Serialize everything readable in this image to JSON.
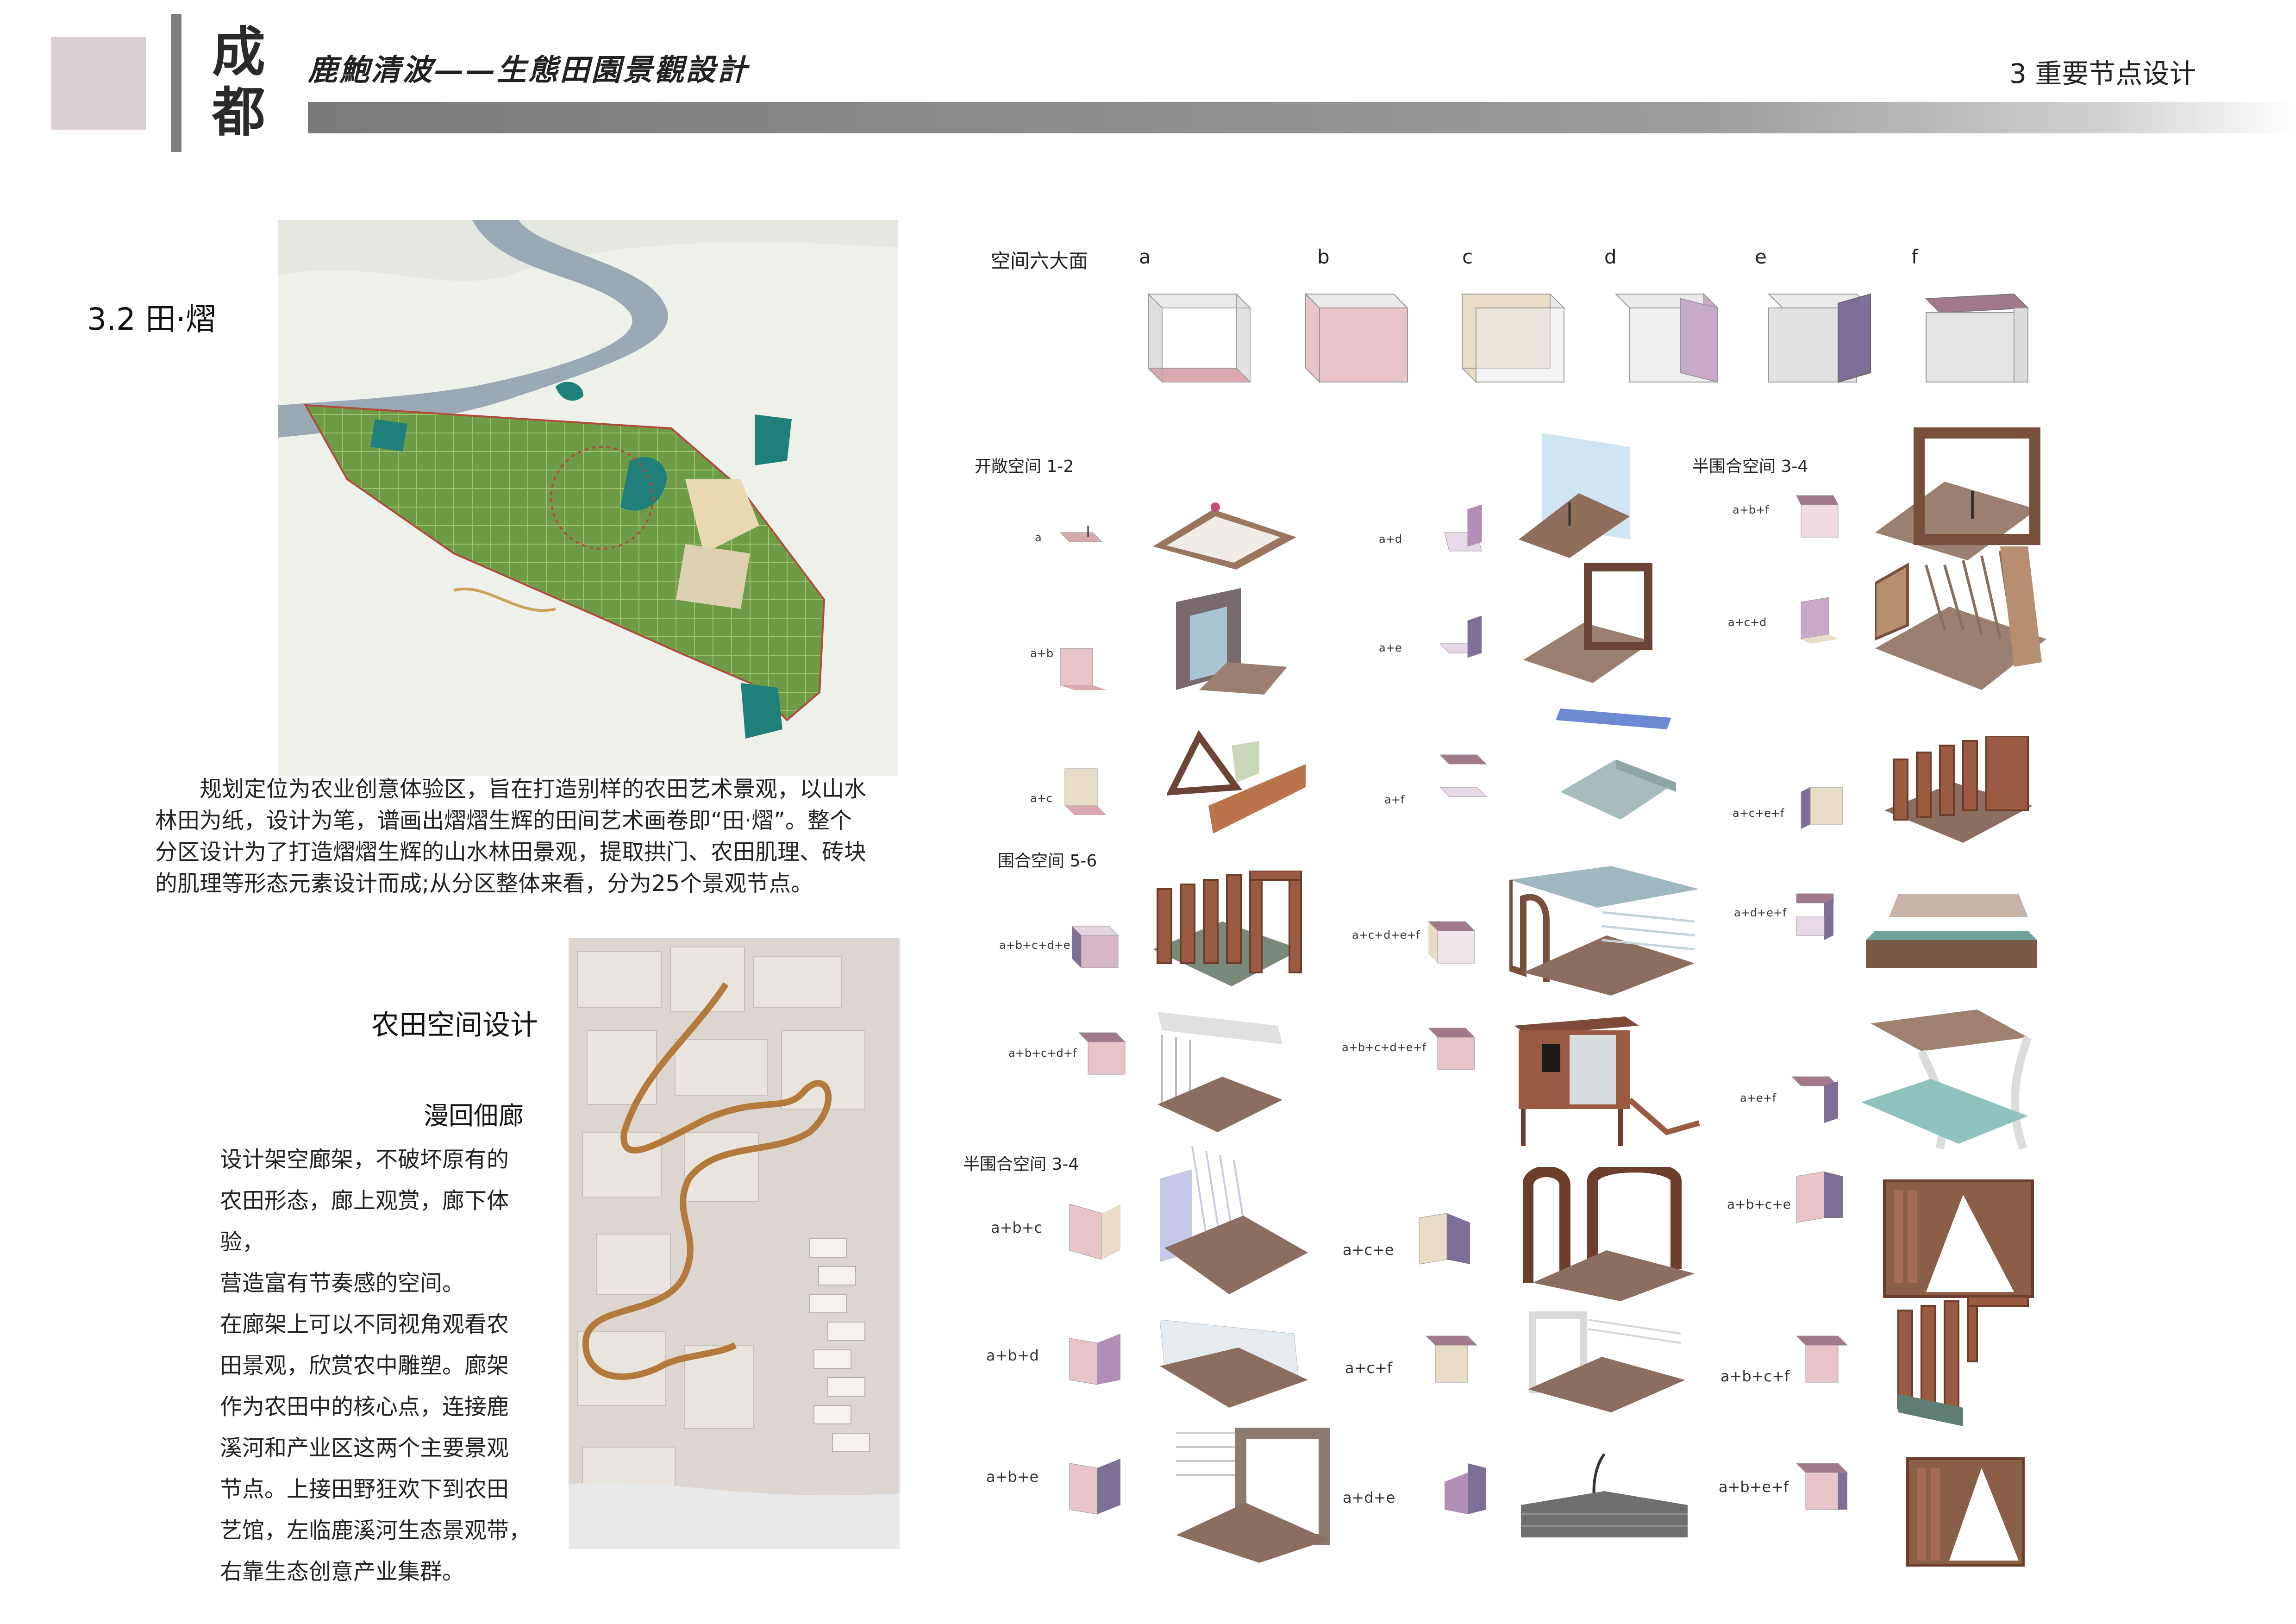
{
  "header": {
    "city_char_1": "成",
    "city_char_2": "都",
    "project_title": "鹿鮑清波——生態田園景觀設計",
    "section_label": "3  重要节点设计"
  },
  "left": {
    "sub_title": "3.2 田·熠",
    "intro": "规划定位为农业创意体验区，旨在打造别样的农田艺术景观，以山水林田为纸，设计为笔，谱画出熠熠生辉的田间艺术画卷即“田·熠”。整个分区设计为了打造熠熠生辉的山水林田景观，提取拱门、农田肌理、砖块的肌理等形态元素设计而成;从分区整体来看，分为25个景观节点。",
    "farmland_heading": "农田空间设计",
    "corridor_heading": "漫回佃廊",
    "corridor_lines": [
      "设计架空廊架，不破坏原有的",
      "农田形态，廊上观赏，廊下体验，",
      "营造富有节奏感的空间。",
      "在廊架上可以不同视角观看农",
      "田景观，欣赏农中雕塑。廊架",
      "作为农田中的核心点，连接鹿",
      "溪河和产业区这两个主要景观",
      "节点。上接田野狂欢下到农田",
      "艺馆，左临鹿溪河生态景观带，",
      "右靠生态创意产业集群。"
    ]
  },
  "six_faces": {
    "title": "空间六大面",
    "faces": [
      {
        "label": "a",
        "color": "#d9a9ad"
      },
      {
        "label": "b",
        "color": "#e8c3c8"
      },
      {
        "label": "c",
        "color": "#e9ddc8"
      },
      {
        "label": "d",
        "color": "#c9a9c9"
      },
      {
        "label": "e",
        "color": "#7d6f96"
      },
      {
        "label": "f",
        "color": "#a2788b"
      }
    ]
  },
  "groups": {
    "open": "开敞空间 1-2",
    "semi_top": "半围合空间 3-4",
    "enclosed": "围合空间  5-6",
    "semi_bottom": "半围合空间 3-4"
  },
  "combos": {
    "r1": [
      "a",
      "a+d",
      "a+b+f"
    ],
    "r2": [
      "a+b",
      "a+e",
      "a+c+d"
    ],
    "r3": [
      "a+c",
      "a+f",
      "a+c+e+f"
    ],
    "r4": [
      "a+b+c+d+e",
      "a+c+d+e+f",
      "a+d+e+f"
    ],
    "r5": [
      "a+b+c+d+f",
      "a+b+c+d+e+f",
      "a+e+f"
    ],
    "r6": [
      "a+b+c",
      "a+c+e",
      "a+b+c+e"
    ],
    "r7": [
      "a+b+d",
      "a+c+f",
      "a+b+c+f"
    ],
    "r8": [
      "a+b+e",
      "a+d+e",
      "a+b+e+f"
    ]
  }
}
